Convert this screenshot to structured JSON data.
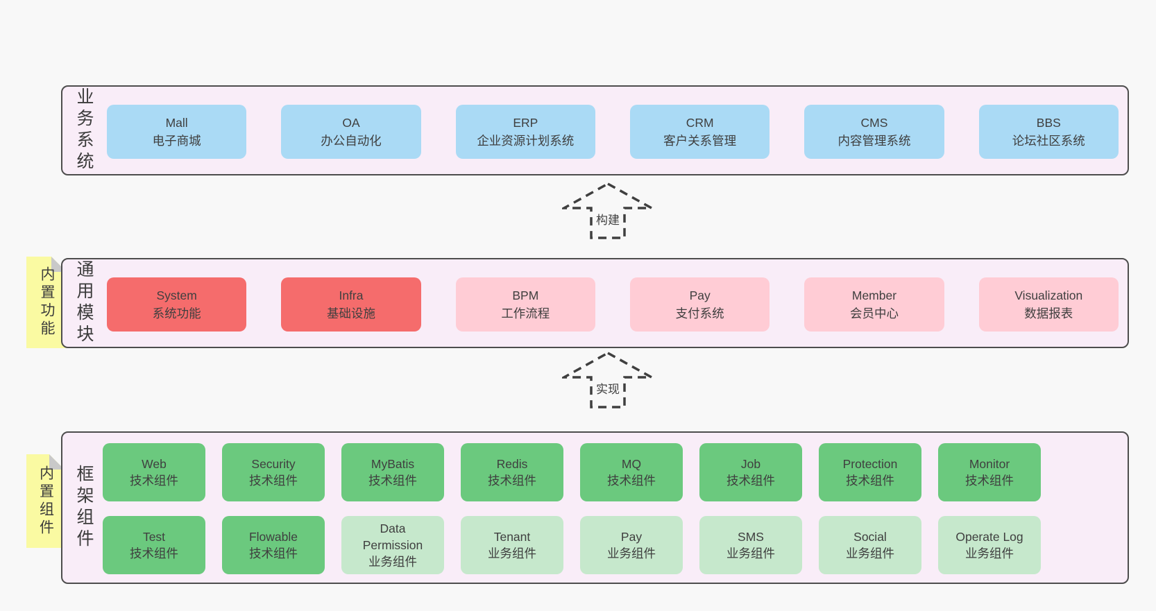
{
  "colors": {
    "page_background": "#f8f8f8",
    "container_background": "#f9edf8",
    "container_border": "#4d4d4d",
    "business_box_blue": "#aadaf5",
    "core_module_red": "#f56c6c",
    "optional_module_pink": "#ffccd5",
    "tech_component_green": "#6bc97e",
    "biz_component_light_green": "#c6e8cc",
    "sticky_note_yellow": "#fafaa2",
    "sticky_fold_gray": "#c9c9c9",
    "text": "#3f3f3f"
  },
  "layers": {
    "business": {
      "label": "业务系统",
      "boxes": [
        {
          "name": "Mall",
          "desc": "电子商城"
        },
        {
          "name": "OA",
          "desc": "办公自动化"
        },
        {
          "name": "ERP",
          "desc": "企业资源计划系统"
        },
        {
          "name": "CRM",
          "desc": "客户关系管理"
        },
        {
          "name": "CMS",
          "desc": "内容管理系统"
        },
        {
          "name": "BBS",
          "desc": "论坛社区系统"
        }
      ]
    },
    "modules": {
      "label": "通用模块",
      "sticky": "内置功能",
      "boxes": [
        {
          "name": "System",
          "desc": "系统功能",
          "variant": "red"
        },
        {
          "name": "Infra",
          "desc": "基础设施",
          "variant": "red"
        },
        {
          "name": "BPM",
          "desc": "工作流程",
          "variant": "pink"
        },
        {
          "name": "Pay",
          "desc": "支付系统",
          "variant": "pink"
        },
        {
          "name": "Member",
          "desc": "会员中心",
          "variant": "pink"
        },
        {
          "name": "Visualization",
          "desc": "数据报表",
          "variant": "pink"
        }
      ]
    },
    "framework": {
      "label": "框架组件",
      "sticky": "内置组件",
      "row1": [
        {
          "name": "Web",
          "desc": "技术组件",
          "variant": "green"
        },
        {
          "name": "Security",
          "desc": "技术组件",
          "variant": "green"
        },
        {
          "name": "MyBatis",
          "desc": "技术组件",
          "variant": "green"
        },
        {
          "name": "Redis",
          "desc": "技术组件",
          "variant": "green"
        },
        {
          "name": "MQ",
          "desc": "技术组件",
          "variant": "green"
        },
        {
          "name": "Job",
          "desc": "技术组件",
          "variant": "green"
        },
        {
          "name": "Protection",
          "desc": "技术组件",
          "variant": "green"
        },
        {
          "name": "Monitor",
          "desc": "技术组件",
          "variant": "green"
        }
      ],
      "row2": [
        {
          "name": "Test",
          "desc": "技术组件",
          "variant": "green"
        },
        {
          "name": "Flowable",
          "desc": "技术组件",
          "variant": "green"
        },
        {
          "name": "Data Permission",
          "desc": "业务组件",
          "variant": "lightgreen"
        },
        {
          "name": "Tenant",
          "desc": "业务组件",
          "variant": "lightgreen"
        },
        {
          "name": "Pay",
          "desc": "业务组件",
          "variant": "lightgreen"
        },
        {
          "name": "SMS",
          "desc": "业务组件",
          "variant": "lightgreen"
        },
        {
          "name": "Social",
          "desc": "业务组件",
          "variant": "lightgreen"
        },
        {
          "name": "Operate Log",
          "desc": "业务组件",
          "variant": "lightgreen"
        }
      ]
    }
  },
  "arrows": {
    "build": {
      "label": "构建"
    },
    "implement": {
      "label": "实现"
    }
  }
}
